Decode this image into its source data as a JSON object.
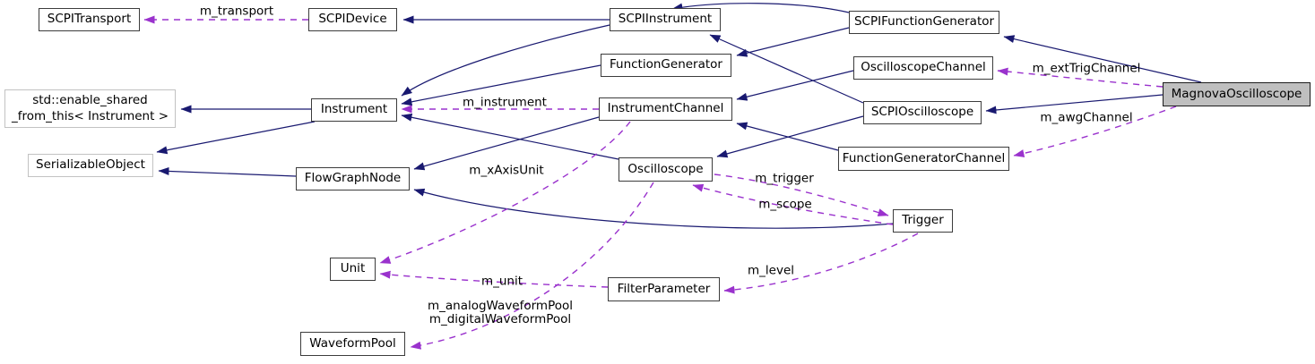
{
  "diagram": {
    "colors": {
      "inheritance_edge": "#191970",
      "usage_edge": "#9a32cd",
      "node_border": "#3c3c3c",
      "template_node_border": "#c2c2c2",
      "highlight_node_bg": "#bfbfbf",
      "text": "#000000"
    },
    "nodes": [
      {
        "label": "SCPITransport"
      },
      {
        "label": "SCPIDevice"
      },
      {
        "label": "SCPIInstrument"
      },
      {
        "label": "SCPIFunctionGenerator"
      },
      {
        "label": "OscilloscopeChannel"
      },
      {
        "label": "MagnovaOscilloscope"
      },
      {
        "label": "SCPIOscilloscope"
      },
      {
        "label": "std::enable_shared\n_from_this< Instrument >"
      },
      {
        "label": "Instrument"
      },
      {
        "label": "FunctionGenerator"
      },
      {
        "label": "InstrumentChannel"
      },
      {
        "label": "SerializableObject"
      },
      {
        "label": "FlowGraphNode"
      },
      {
        "label": "Oscilloscope"
      },
      {
        "label": "FunctionGeneratorChannel"
      },
      {
        "label": "Trigger"
      },
      {
        "label": "Unit"
      },
      {
        "label": "FilterParameter"
      },
      {
        "label": "WaveformPool"
      }
    ],
    "edges": [
      {
        "kind": "inheritance",
        "from": "SCPIInstrument",
        "to": "SCPIDevice"
      },
      {
        "kind": "inheritance",
        "from": "SCPIFunctionGenerator",
        "to": "SCPIInstrument"
      },
      {
        "kind": "inheritance",
        "from": "SCPIOscilloscope",
        "to": "SCPIInstrument"
      },
      {
        "kind": "inheritance",
        "from": "SCPIFunctionGenerator",
        "to": "FunctionGenerator"
      },
      {
        "kind": "inheritance",
        "from": "SCPIOscilloscope",
        "to": "Oscilloscope"
      },
      {
        "kind": "inheritance",
        "from": "MagnovaOscilloscope",
        "to": "SCPIFunctionGenerator"
      },
      {
        "kind": "inheritance",
        "from": "MagnovaOscilloscope",
        "to": "SCPIOscilloscope"
      },
      {
        "kind": "inheritance",
        "from": "SCPIInstrument",
        "to": "Instrument"
      },
      {
        "kind": "inheritance",
        "from": "FunctionGenerator",
        "to": "Instrument"
      },
      {
        "kind": "inheritance",
        "from": "Oscilloscope",
        "to": "Instrument"
      },
      {
        "kind": "inheritance",
        "from": "Instrument",
        "to": "std::enable_shared_from_this< Instrument >"
      },
      {
        "kind": "inheritance",
        "from": "Instrument",
        "to": "SerializableObject"
      },
      {
        "kind": "inheritance",
        "from": "FlowGraphNode",
        "to": "SerializableObject"
      },
      {
        "kind": "inheritance",
        "from": "InstrumentChannel",
        "to": "FlowGraphNode"
      },
      {
        "kind": "inheritance",
        "from": "Trigger",
        "to": "FlowGraphNode"
      },
      {
        "kind": "inheritance",
        "from": "OscilloscopeChannel",
        "to": "InstrumentChannel"
      },
      {
        "kind": "inheritance",
        "from": "FunctionGeneratorChannel",
        "to": "InstrumentChannel"
      },
      {
        "kind": "usage",
        "from": "SCPIDevice",
        "to": "SCPITransport",
        "label": "m_transport"
      },
      {
        "kind": "usage",
        "from": "InstrumentChannel",
        "to": "Instrument",
        "label": "m_instrument"
      },
      {
        "kind": "usage",
        "from": "MagnovaOscilloscope",
        "to": "OscilloscopeChannel",
        "label": "m_extTrigChannel"
      },
      {
        "kind": "usage",
        "from": "MagnovaOscilloscope",
        "to": "FunctionGeneratorChannel",
        "label": "m_awgChannel"
      },
      {
        "kind": "usage",
        "from": "Oscilloscope",
        "to": "Trigger",
        "label": "m_trigger"
      },
      {
        "kind": "usage",
        "from": "Trigger",
        "to": "Oscilloscope",
        "label": "m_scope"
      },
      {
        "kind": "usage",
        "from": "Trigger",
        "to": "FilterParameter",
        "label": "m_level"
      },
      {
        "kind": "usage",
        "from": "FilterParameter",
        "to": "Unit",
        "label": "m_unit"
      },
      {
        "kind": "usage",
        "from": "InstrumentChannel",
        "to": "Unit",
        "label": "m_xAxisUnit"
      },
      {
        "kind": "usage",
        "from": "Oscilloscope",
        "to": "WaveformPool",
        "label": "m_analogWaveformPool\nm_digitalWaveformPool"
      }
    ]
  }
}
